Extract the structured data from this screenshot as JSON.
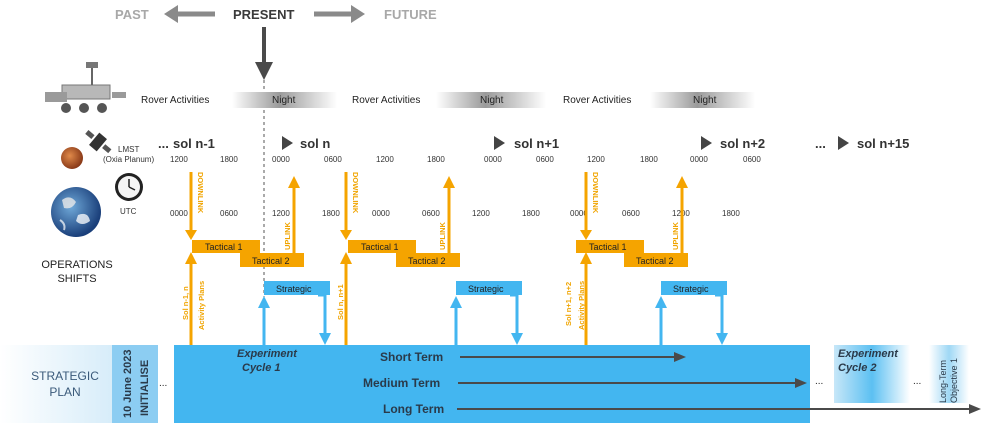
{
  "timeline": {
    "past": "PAST",
    "present": "PRESENT",
    "future": "FUTURE"
  },
  "rover_band": [
    {
      "activity": "Rover Activities",
      "night": "Night"
    },
    {
      "activity": "Rover Activities",
      "night": "Night"
    },
    {
      "activity": "Rover Activities",
      "night": "Night"
    }
  ],
  "lmst": {
    "label": "LMST",
    "sublabel": "(Oxia Planum)"
  },
  "utc": {
    "label": "UTC"
  },
  "sols": {
    "ellipsis": "...",
    "labels": [
      "sol n-1",
      "sol n",
      "sol n+1",
      "sol n+2",
      "sol n+15"
    ]
  },
  "lmst_ticks": [
    "1200",
    "1800",
    "0000",
    "0600",
    "1200",
    "1800",
    "0000",
    "0600",
    "1200",
    "1800",
    "0000",
    "0600"
  ],
  "utc_ticks": [
    "0000",
    "0600",
    "1200",
    "1800",
    "0000",
    "0600",
    "1200",
    "1800",
    "0000",
    "0600",
    "1200",
    "1800"
  ],
  "ops": {
    "title_line1": "OPERATIONS",
    "title_line2": "SHIFTS",
    "downlink": "DOWNLINK",
    "uplink": "UPLINK",
    "tactical1": "Tactical 1",
    "tactical2": "Tactical 2",
    "strategic": "Strategic",
    "activity_plans": "Activity Plans",
    "sol_plans": [
      "Sol n-1, n",
      "Sol n, n+1",
      "Sol n+1, n+2"
    ]
  },
  "strategic_plan": {
    "label_line1": "STRATEGIC",
    "label_line2": "PLAN",
    "date": "10 June 2023",
    "initialise": "INITIALISE",
    "ellipsis": "...",
    "cycle1_line1": "Experiment",
    "cycle1_line2": "Cycle 1",
    "cycle2_line1": "Experiment",
    "cycle2_line2": "Cycle 2",
    "short_term": "Short Term",
    "medium_term": "Medium Term",
    "long_term": "Long Term",
    "objective_line1": "Long-Term",
    "objective_line2": "Objective 1"
  },
  "colors": {
    "orange": "#f5a400",
    "blue": "#43b6f0",
    "blue_dark": "#2a9ee0",
    "grey_arrow": "#8a8a8a",
    "dark": "#3a3a3a"
  },
  "icons": [
    "rover-icon",
    "satellite-icon",
    "mars-icon",
    "clock-icon",
    "earth-icon"
  ]
}
